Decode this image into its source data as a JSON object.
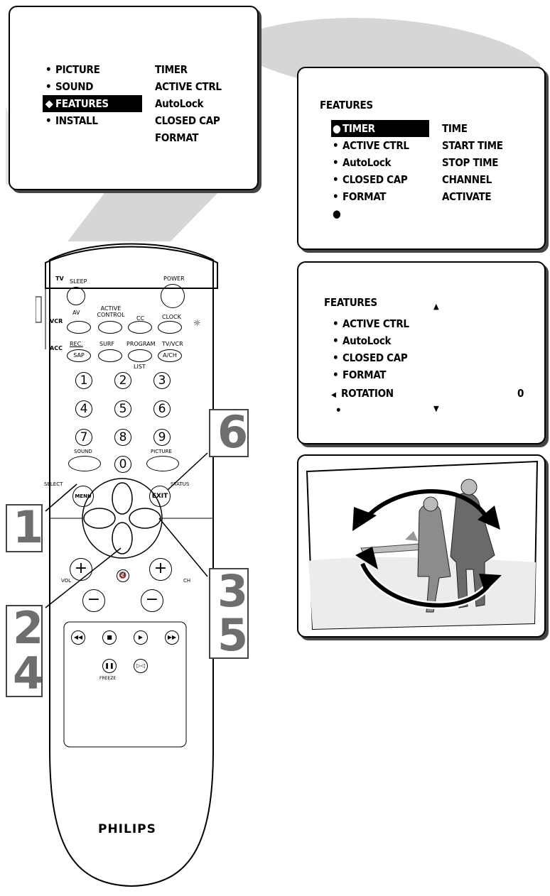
{
  "screen1": {
    "left_items": [
      "PICTURE",
      "SOUND",
      "FEATURES",
      "INSTALL"
    ],
    "right_items": [
      "TIMER",
      "ACTIVE CTRL",
      "AutoLock",
      "CLOSED CAP",
      "FORMAT"
    ]
  },
  "screen2": {
    "title": "FEATURES",
    "left_items": [
      "TIMER",
      "ACTIVE CTRL",
      "AutoLock",
      "CLOSED CAP",
      "FORMAT"
    ],
    "right_items": [
      "TIME",
      "START TIME",
      "STOP TIME",
      "CHANNEL",
      "ACTIVATE"
    ]
  },
  "screen3": {
    "title": "FEATURES",
    "items": [
      "ACTIVE CTRL",
      "AutoLock",
      "CLOSED CAP",
      "FORMAT"
    ],
    "selected": "ROTATION",
    "value": "0"
  },
  "remote": {
    "mode_tv": "TV",
    "mode_vcr": "VCR",
    "mode_acc": "ACC",
    "sleep": "SLEEP",
    "power": "POWER",
    "av": "AV",
    "active_control_1": "ACTIVE",
    "active_control_2": "CONTROL",
    "cc": "CC",
    "clock": "CLOCK",
    "rec": "REC.",
    "sap": "SAP",
    "surf": "SURF",
    "program": "PROGRAM",
    "list": "LIST",
    "tvvcr": "TV/VCR",
    "ach": "A/CH",
    "digits": [
      "1",
      "2",
      "3",
      "4",
      "5",
      "6",
      "7",
      "8",
      "9",
      "0"
    ],
    "sound": "SOUND",
    "picture": "PICTURE",
    "select": "SELECT",
    "menu": "MENU",
    "exit": "EXIT",
    "status": "STATUS",
    "vol": "VOL",
    "ch": "CH",
    "freeze": "FREEZE",
    "brand": "PHILIPS"
  },
  "steps": {
    "s1": "1",
    "s2": "2",
    "s4": "4",
    "s3": "3",
    "s5": "5",
    "s6": "6"
  },
  "colors": {
    "gray": "#6e6e6e",
    "beam": "#d4d4d4"
  }
}
